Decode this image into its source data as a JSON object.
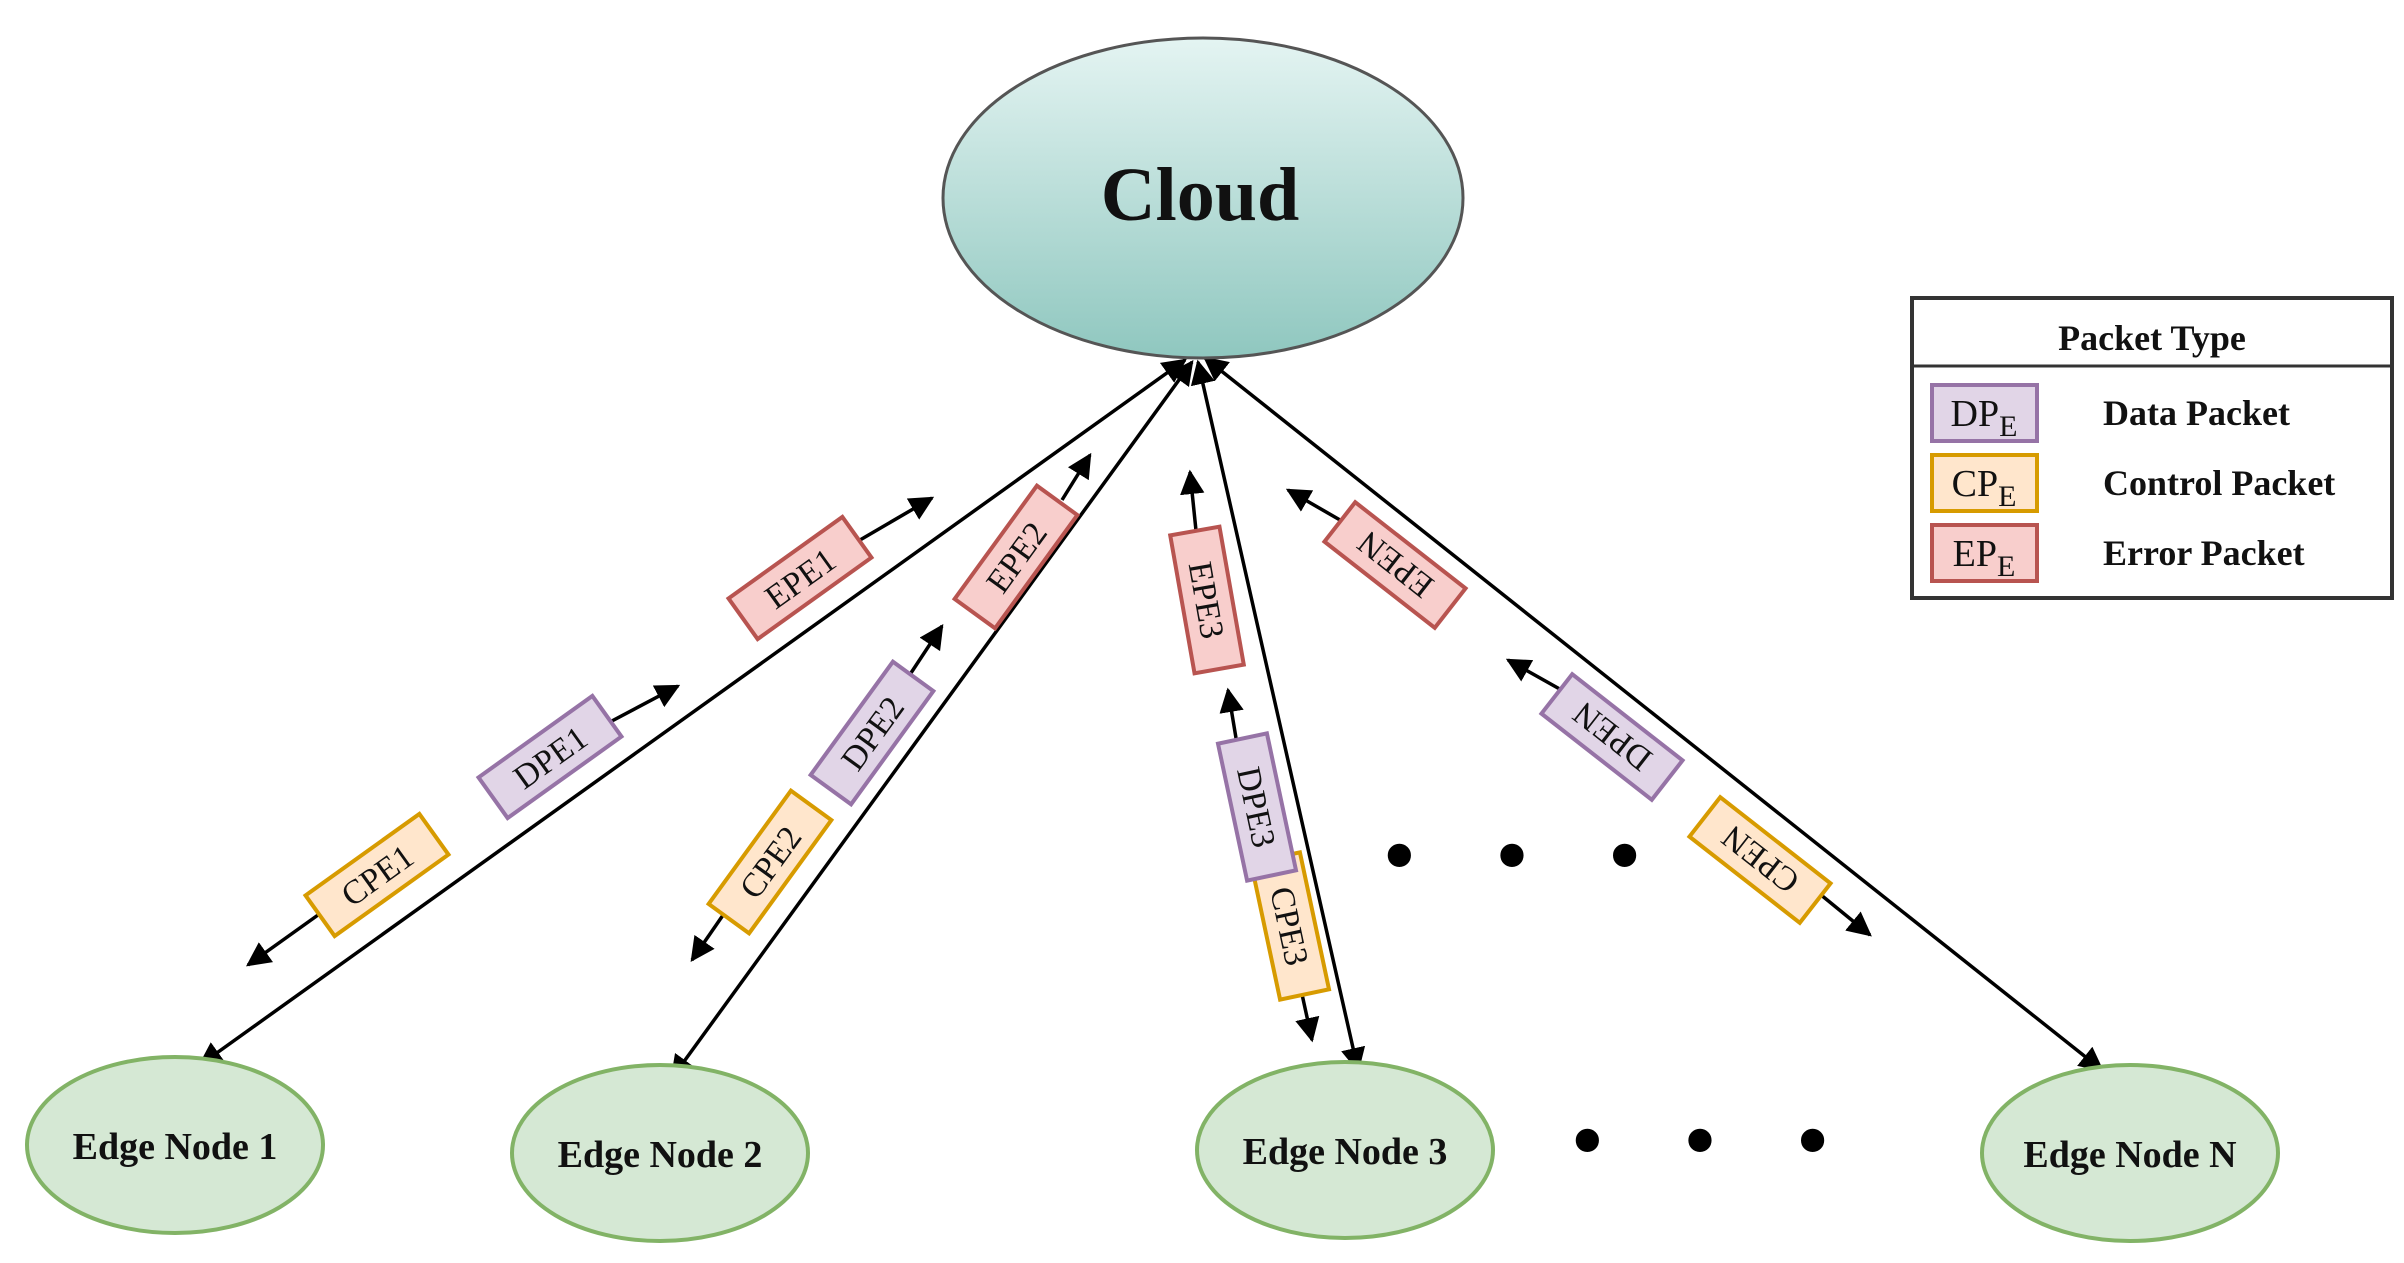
{
  "colors": {
    "cloud_fill_top": "#e4f4f2",
    "cloud_fill_bottom": "#8fc7bf",
    "cloud_stroke": "#555555",
    "edge_fill": "#d5e8d4",
    "edge_stroke": "#82b366",
    "data_fill": "#e1d5e7",
    "data_stroke": "#9673a6",
    "control_fill": "#ffe6cc",
    "control_stroke": "#d79b00",
    "error_fill": "#f8cecc",
    "error_stroke": "#b85450",
    "line": "#000000"
  },
  "cloud": {
    "label": "Cloud"
  },
  "edge_nodes": [
    {
      "label": "Edge Node 1"
    },
    {
      "label": "Edge Node 2"
    },
    {
      "label": "Edge Node 3"
    },
    {
      "label": "Edge Node N"
    }
  ],
  "packets": {
    "n1": {
      "dp": "DPE1",
      "cp": "CPE1",
      "ep": "EPE1"
    },
    "n2": {
      "dp": "DPE2",
      "cp": "CPE2",
      "ep": "EPE2"
    },
    "n3": {
      "dp": "DPE3",
      "cp": "CPE3",
      "ep": "EPE3"
    },
    "nN": {
      "dp": "DPEN",
      "cp": "CPEN",
      "ep": "EPEN"
    }
  },
  "ellipsis": "• • •",
  "legend": {
    "title": "Packet Type",
    "items": [
      {
        "badge_main": "DP",
        "badge_sub": "E",
        "label": "Data Packet"
      },
      {
        "badge_main": "CP",
        "badge_sub": "E",
        "label": "Control Packet"
      },
      {
        "badge_main": "EP",
        "badge_sub": "E",
        "label": "Error Packet"
      }
    ]
  }
}
